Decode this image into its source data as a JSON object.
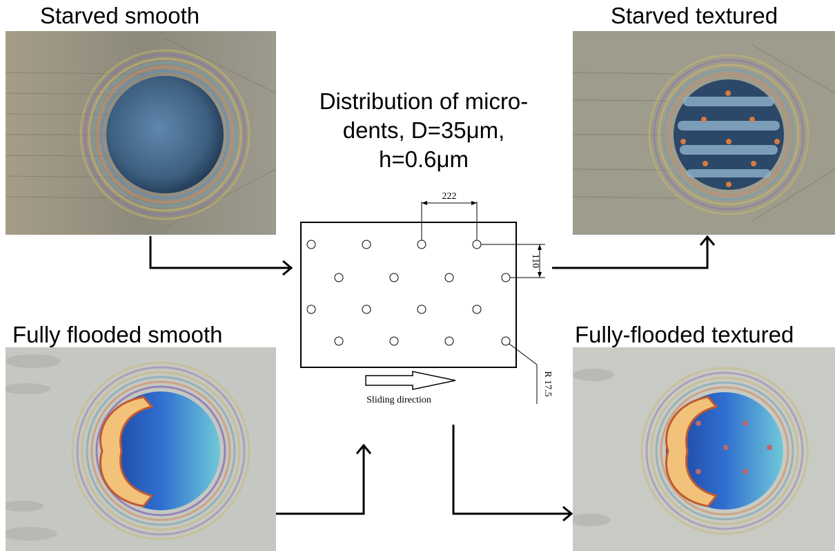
{
  "panels": {
    "starved_smooth": {
      "label": "Starved smooth"
    },
    "starved_textured": {
      "label": "Starved textured"
    },
    "flooded_smooth": {
      "label": "Fully flooded smooth"
    },
    "flooded_textured": {
      "label": "Fully-flooded textured"
    }
  },
  "center": {
    "title_line1": "Distribution of micro-",
    "title_line2": "dents, D=35μm,",
    "title_line3": "h=0.6μm"
  },
  "schematic": {
    "spacing_x": "222",
    "spacing_y": "110",
    "radius": "R 17.5",
    "sliding_direction": "Sliding direction"
  },
  "colors": {
    "contact_starved": "#3a5a78",
    "contact_flooded_core": "#1f5fc8",
    "crescent": "#f2c27a",
    "background_starved": "#9a9a8a",
    "background_flooded": "#c8ccc8"
  }
}
